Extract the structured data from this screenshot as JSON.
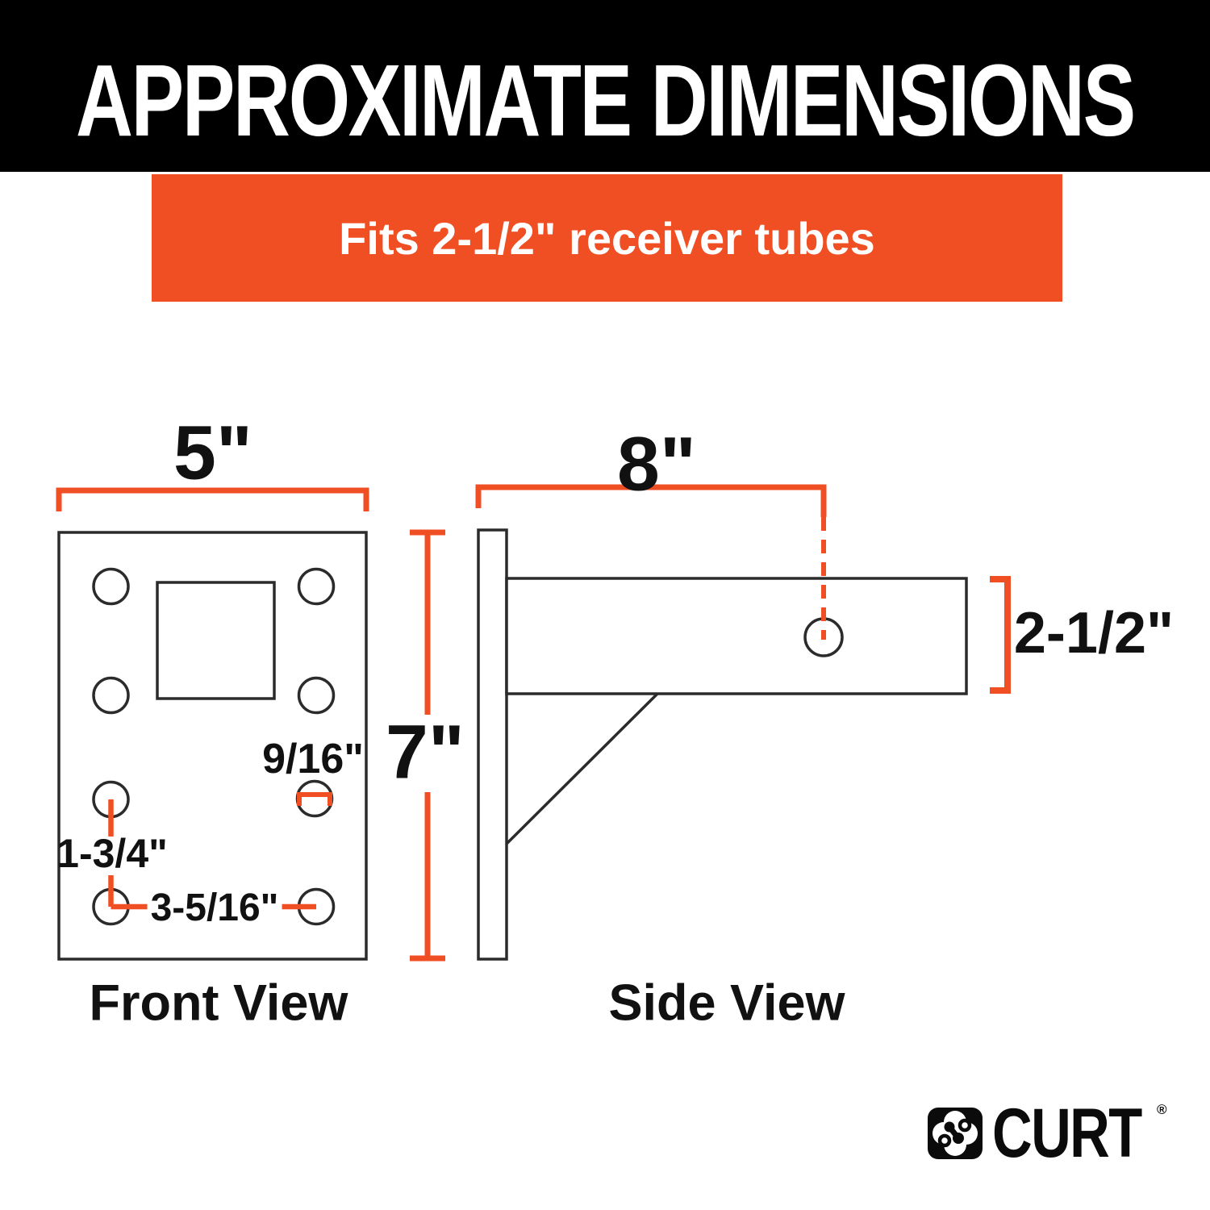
{
  "header": {
    "title": "APPROXIMATE DIMENSIONS"
  },
  "banner": {
    "text": "Fits 2-1/2\" receiver tubes"
  },
  "front_view": {
    "caption": "Front View",
    "width_label": "5\"",
    "height_label": "7\"",
    "hole_diameter_label": "9/16\"",
    "vertical_spacing_label": "1-3/4\"",
    "horizontal_spacing_label": "3-5/16\""
  },
  "side_view": {
    "caption": "Side View",
    "length_label": "8\"",
    "receiver_label": "2-1/2\""
  },
  "brand": {
    "name": "CURT",
    "reg": "®"
  },
  "colors": {
    "accent": "#F04E23",
    "ink": "#2B2B2B",
    "header_bg": "#000000"
  }
}
